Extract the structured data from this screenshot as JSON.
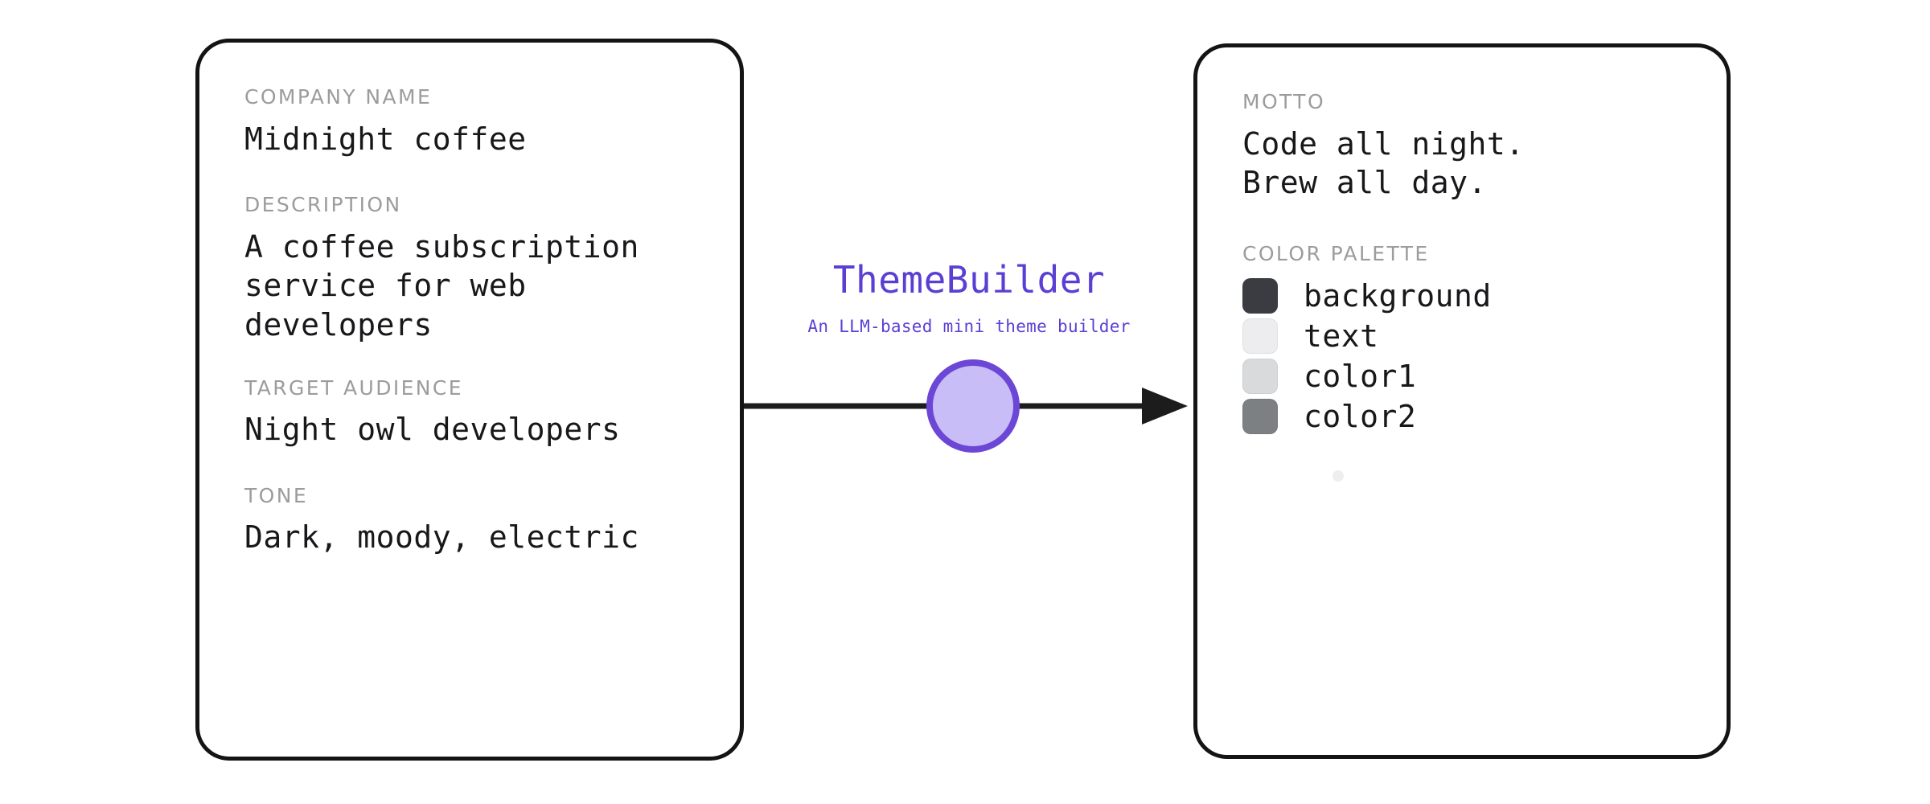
{
  "app": {
    "title": "ThemeBuilder",
    "subtitle": "An LLM-based mini theme builder",
    "accent_color": "#5b3fd4",
    "node_fill_color": "#c9bdf7",
    "node_border_color": "#6c47d6"
  },
  "input_card": {
    "fields": [
      {
        "label": "COMPANY NAME",
        "value": "Midnight coffee"
      },
      {
        "label": "DESCRIPTION",
        "value": "A coffee subscription\nservice for web\ndevelopers"
      },
      {
        "label": "TARGET AUDIENCE",
        "value": "Night owl developers"
      },
      {
        "label": "TONE",
        "value": "Dark, moody, electric"
      }
    ]
  },
  "output_card": {
    "motto_label": "MOTTO",
    "motto_value": "Code all night.\nBrew all day.",
    "palette_label": "COLOR PALETTE",
    "palette": [
      {
        "name": "background",
        "color": "#3a3d42"
      },
      {
        "name": "text",
        "color": "#ededef"
      },
      {
        "name": "color1",
        "color": "#d9dadc"
      },
      {
        "name": "color2",
        "color": "#7c8084"
      }
    ]
  },
  "arrow": {
    "line_color": "#1c1c1c"
  }
}
